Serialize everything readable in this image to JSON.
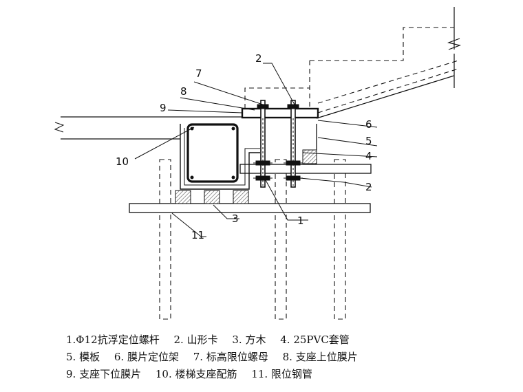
{
  "labels": [
    "1",
    "2",
    "3",
    "4",
    "5",
    "6",
    "7",
    "8",
    "9",
    "10",
    "11"
  ],
  "legend": {
    "rows": [
      [
        "1.Φ12抗浮定位螺杆",
        "2. 山形卡",
        "3. 方木",
        "4. 25PVC套管"
      ],
      [
        "5. 模板",
        "6. 膜片定位架",
        "7. 标高限位螺母",
        "8. 支座上位膜片"
      ],
      [
        "9. 支座下位膜片",
        "10. 楼梯支座配筋",
        "11. 限位钢管"
      ]
    ]
  }
}
